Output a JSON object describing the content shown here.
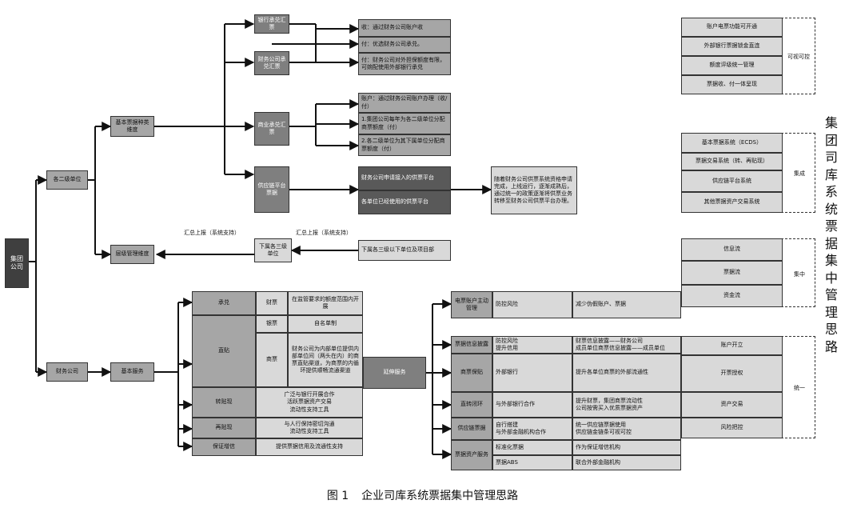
{
  "root": "集团公司",
  "level1": {
    "sub": "各二级单位",
    "finance": "财务公司"
  },
  "level2": {
    "basic_type": "基本票据种类维度",
    "tier_dim": "层级管理维度",
    "basic_service": "基本服务"
  },
  "types": {
    "bank_acceptance": "银行承兑汇票",
    "fin_acceptance": "财务公司承兑汇票",
    "commercial": "商业承兑汇票",
    "supply_platform": "供应链平台票据",
    "lower_units": "下属各三级单位"
  },
  "right_nodes": {
    "bank_receive": "收：通过财务公司账户收",
    "bank_pay": "付：优选财务公司承兑。",
    "fin_pay": "付：财务公司对外担保额度有限，可婉配使用外部银行承兑",
    "comm_1": "账户：通过财务公司账户办理（收/付）",
    "comm_2": "1.集团公司每年为各二级单位分配商票额度（付）",
    "comm_3": "2.各二级单位为其下属单位分配商票额度（付）",
    "sc_1": "财务公司申请接入的供票平台",
    "sc_2": "各单位已经使用的供票平台",
    "sc_result": "随着财务公司供票系统资格申请完成，上线运行，逐渐成熟后，通过统一的政策逐渐将供票业务转移至财务公司供票平台办理。",
    "projects": "下属各三级以下单位及项目部"
  },
  "arrow_labels": {
    "rollup1": "汇总上报（系统支持）",
    "rollup2": "汇总上报（系统支持）"
  },
  "service_left": [
    {
      "name": "承兑",
      "sub": "财票",
      "desc": "在监管要求的额度范围内开展"
    },
    {
      "name": "直贴",
      "sub": "银票",
      "desc": "自名单制"
    },
    {
      "name": "",
      "sub": "商票",
      "desc": "财务公司为内部单位提供内部单位间（两头在内）的商票直贴渠道，为商票的内循环提供顺畅流通渠道"
    },
    {
      "name": "转贴现",
      "sub": "",
      "desc": "广泛与银行开展合作\n活跃票据资产交易\n流动性支持工具"
    },
    {
      "name": "再贴现",
      "sub": "",
      "desc": "与人行保持密切沟通\n流动性支持工具"
    },
    {
      "name": "保证增信",
      "sub": "",
      "desc": "提供票据信用及流通性支持"
    }
  ],
  "extend_service": "延伸服务",
  "service_right": [
    {
      "name": "电票账户主动管理",
      "feature": "防控风险",
      "desc": "减少伪假账户、票据"
    },
    {
      "name": "票据信息披露",
      "feature": "防控风险\n提升信用",
      "desc": "财票信息披露——财务公司\n成员单位商票信息披露——成员单位"
    },
    {
      "name": "商票保贴",
      "feature": "外部银行",
      "desc": "提升各单位商票的外部流通性"
    },
    {
      "name": "直转闭环",
      "feature": "与外部银行合作",
      "desc": "提升财票，集团商票流动性\n公司按需买入优质票据资产"
    },
    {
      "name": "供应链票据",
      "feature": "自行搭建\n与外部金融机构合作",
      "desc": "统一供应链票据使用\n供应链金链条可视可控"
    },
    {
      "name": "票据资产服务",
      "feature": "标准化票据",
      "desc": "作为保证增信机构"
    },
    {
      "name": "",
      "feature": "票据ABS",
      "desc": "联合外部金融机构"
    }
  ],
  "panel_visible": {
    "items": [
      "账户电票功能可开通",
      "外部银行票据锁金直连",
      "额度评级统一管理",
      "票据收、付一体呈现"
    ],
    "label": "可视可控"
  },
  "panel_integrate": {
    "items": [
      "基本票据系统（ECDS）",
      "票据交易系统（转、再贴现）",
      "供应链平台系统",
      "其他票据资产交易系统"
    ],
    "label": "集成"
  },
  "panel_central": {
    "items": [
      "信息流",
      "票据流",
      "资金流"
    ],
    "label": "集中"
  },
  "panel_unified": {
    "items": [
      "账户开立",
      "开票授权",
      "资产交易",
      "风险把控"
    ],
    "label": "统一"
  },
  "vertical_title": "集团司库系统票据集中管理思路",
  "caption": {
    "number": "图 1",
    "text": "企业司库系统票据集中管理思路"
  }
}
